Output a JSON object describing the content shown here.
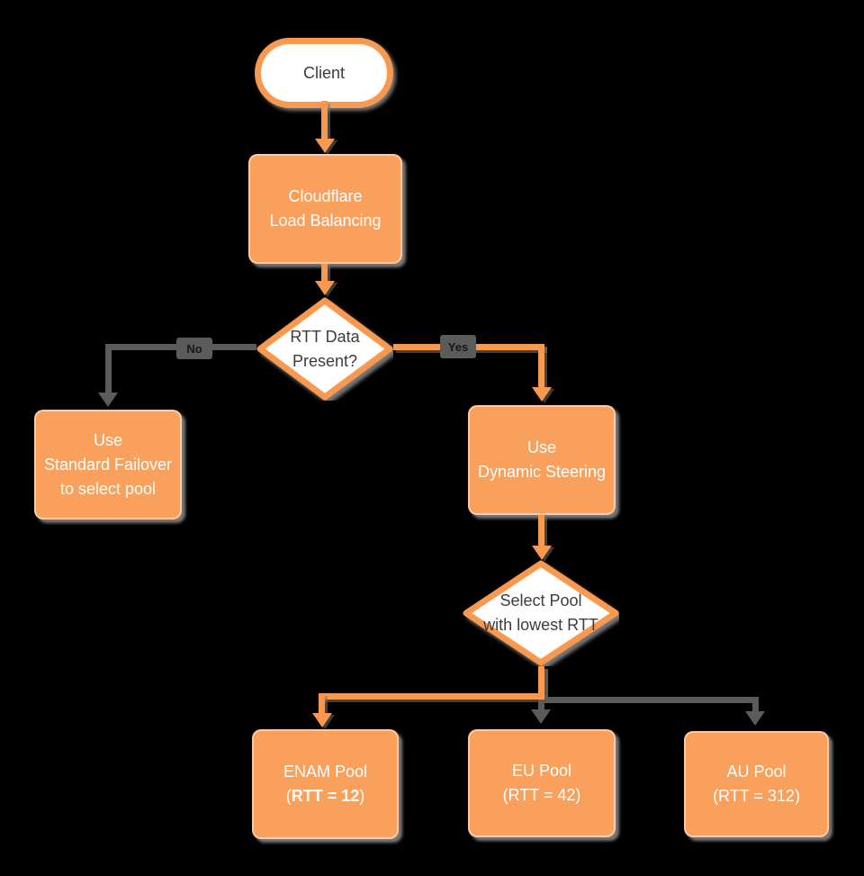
{
  "nodes": {
    "client": {
      "label": "Client"
    },
    "load_balancer": {
      "line1": "Cloudflare",
      "line2": "Load Balancing"
    },
    "rtt_decision": {
      "line1": "RTT Data",
      "line2": "Present?"
    },
    "standard_failover": {
      "line1": "Use",
      "line2": "Standard Failover",
      "line3": "to select pool"
    },
    "dynamic_steering": {
      "line1": "Use",
      "line2": "Dynamic Steering"
    },
    "select_pool": {
      "line1": "Select Pool",
      "line2": "with lowest RTT"
    },
    "enam_pool": {
      "line1": "ENAM Pool",
      "open_paren": "(",
      "rtt_bold": "RTT = 12",
      "close_paren": ")"
    },
    "eu_pool": {
      "line1": "EU Pool",
      "line2": "(RTT = 42)"
    },
    "au_pool": {
      "line1": "AU Pool",
      "line2": "(RTT = 312)"
    }
  },
  "edge_labels": {
    "no": "No",
    "yes": "Yes"
  },
  "colors": {
    "background": "#000000",
    "node_fill": "#F9A05C",
    "node_stroke": "#F8994F",
    "connector_orange": "#F8994F",
    "connector_gray": "#5B5B5B",
    "shadow_gray": "#969696",
    "text_on_orange": "#FFFFFF",
    "text_dark": "#3C3C3C"
  }
}
